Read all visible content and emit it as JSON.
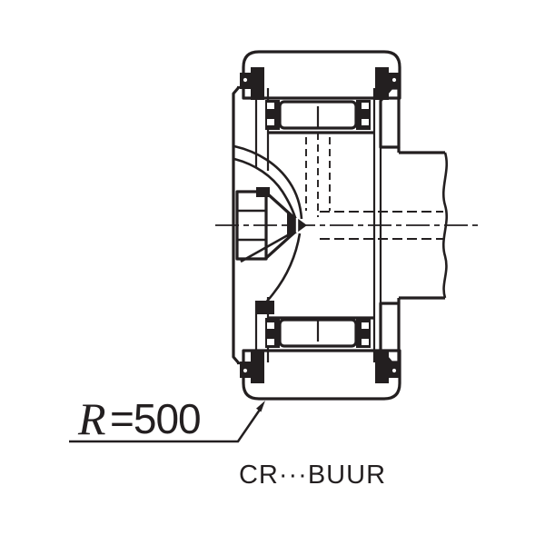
{
  "figure": {
    "radius_label": {
      "symbol": "R",
      "value": "=500"
    },
    "caption": "CR···BUUR"
  },
  "colors": {
    "line": "#231f20",
    "background": "#ffffff"
  }
}
